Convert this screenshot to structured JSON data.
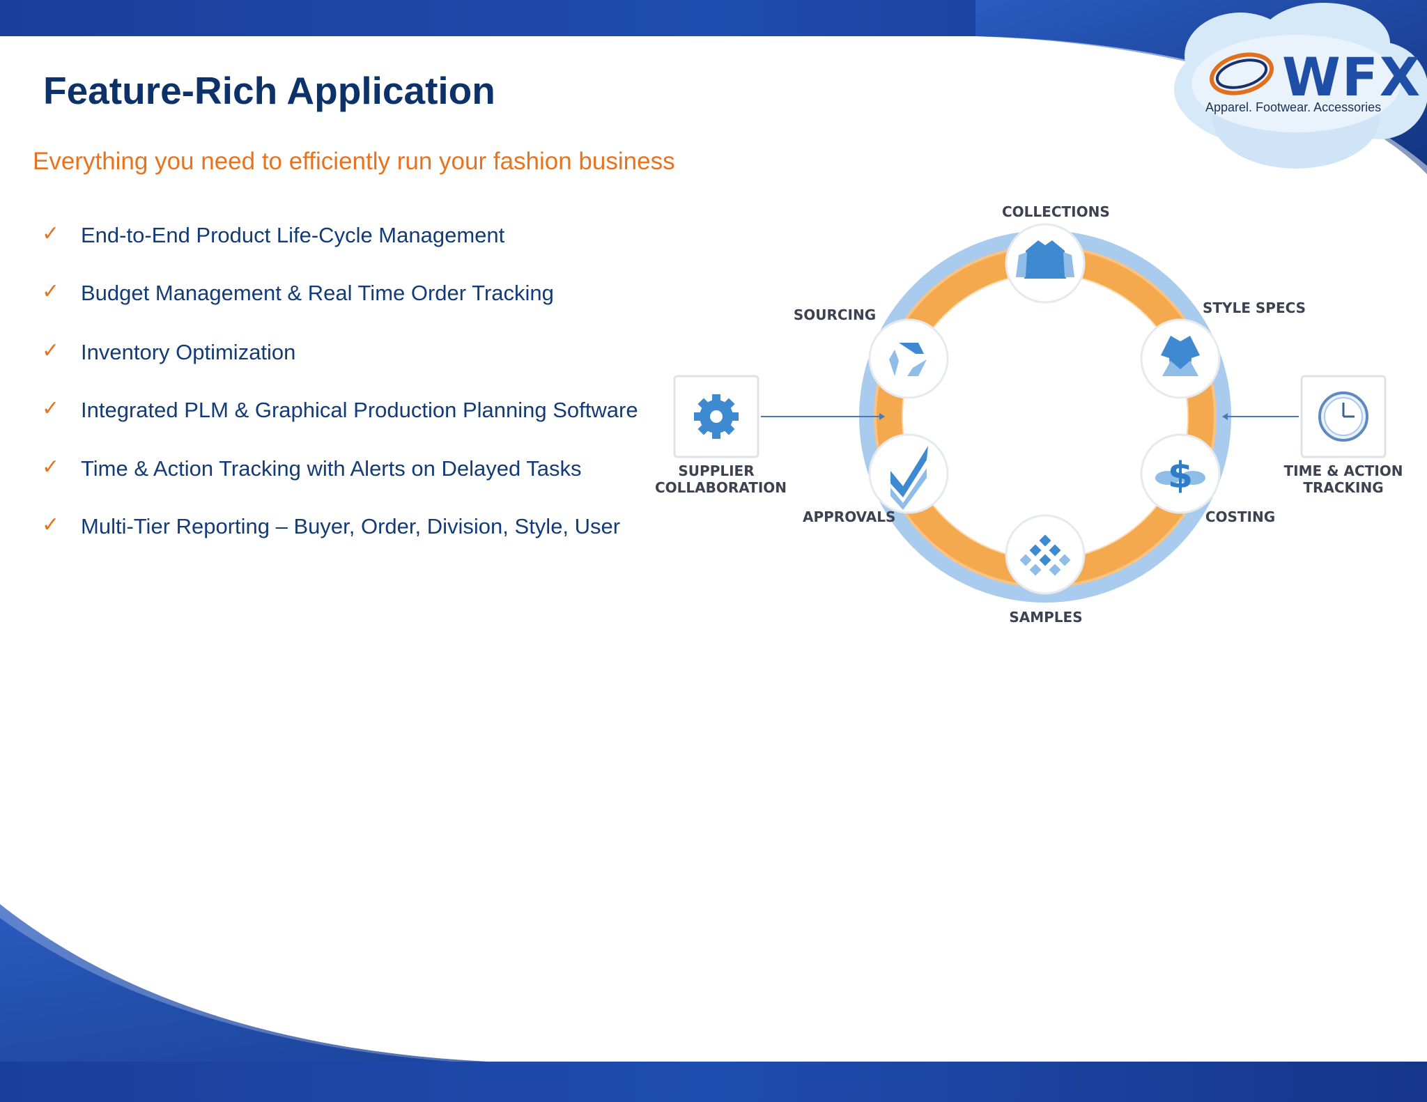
{
  "slide": {
    "title": "Feature-Rich Application",
    "subtitle": "Everything you need to efficiently run your fashion business",
    "features": [
      "End-to-End Product Life-Cycle Management",
      "Budget Management & Real Time Order Tracking",
      "Inventory Optimization",
      "Integrated PLM & Graphical Production Planning Software",
      "Time & Action Tracking with Alerts on Delayed Tasks",
      "Multi-Tier Reporting – Buyer, Order, Division, Style, User"
    ],
    "check_mark": "✓"
  },
  "logo": {
    "brand": "WFX",
    "tagline": "Apparel. Footwear. Accessories"
  },
  "diagram": {
    "nodes": {
      "collections": "COLLECTIONS",
      "style_specs": "STYLE SPECS",
      "costing": "COSTING",
      "samples": "SAMPLES",
      "approvals": "APPROVALS",
      "sourcing": "SOURCING"
    },
    "supplier": {
      "line1": "SUPPLIER",
      "line2": "COLLABORATION"
    },
    "time_action": {
      "line1": "TIME & ACTION",
      "line2": "TRACKING"
    }
  },
  "colors": {
    "title": "#0d3269",
    "subtitle": "#e8731e",
    "feature_text": "#123b78",
    "band_blue": "#1d43a0",
    "ring_orange": "#f3a44c",
    "ring_blue": "#9cc3ea",
    "icon_blue": "#3d8ad1"
  }
}
